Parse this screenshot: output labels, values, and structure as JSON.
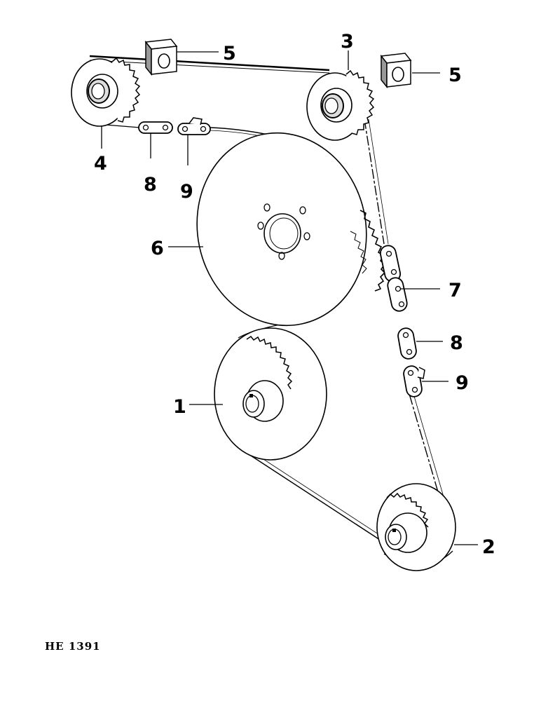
{
  "figure_id": "HE 1391",
  "callouts": {
    "c1": "1",
    "c2": "2",
    "c3": "3",
    "c4": "4",
    "c5a": "5",
    "c5b": "5",
    "c6": "6",
    "c7": "7",
    "c8a": "8",
    "c8b": "8",
    "c9a": "9",
    "c9b": "9"
  }
}
